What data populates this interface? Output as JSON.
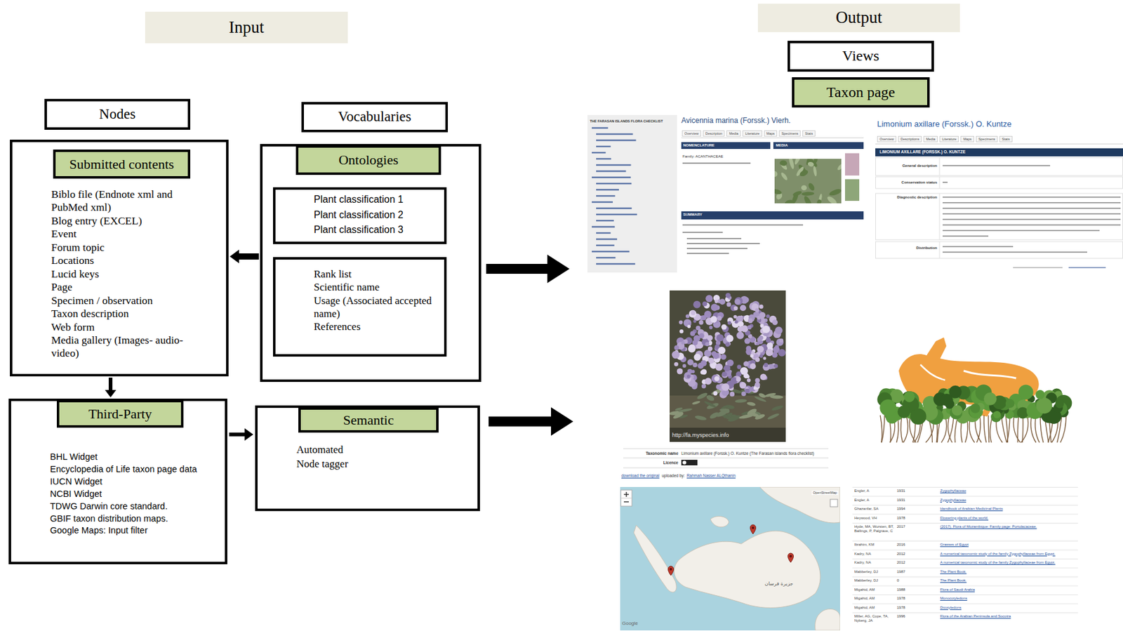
{
  "diagram": {
    "nodes": [
      {
        "text": [
          "Input"
        ]
      },
      {
        "text": [
          "Output"
        ]
      },
      {
        "text": [
          "Views"
        ]
      },
      {
        "text": [
          "Taxon page"
        ]
      },
      {
        "text": [
          "Nodes"
        ]
      },
      {
        "text": [
          "Biblo file (Endnote xml and PubMed xml)",
          "Blog entry (EXCEL)",
          "Event",
          "Forum topic",
          "Locations",
          "Lucid keys",
          "Page",
          "Specimen / observation",
          "Taxon description",
          "Web form",
          "Media gallery (Images- audio- video)"
        ]
      },
      {
        "text": [
          "Submitted contents"
        ],
        "in": 5
      },
      {
        "text": [
          "Vocabularies"
        ]
      },
      {
        "text": []
      },
      {
        "text": [
          "Ontologies"
        ],
        "in": 8
      },
      {
        "text": [
          "Plant classification 1",
          "Plant classification 2",
          "Plant classification 3"
        ],
        "in": 8
      },
      {
        "text": [
          "Rank list",
          "Scientific name",
          "Usage (Associated accepted name)",
          "References"
        ],
        "in": 8
      },
      {
        "text": [
          "BHL Widget",
          "Encyclopedia of Life taxon page data",
          "IUCN Widget",
          "NCBI Widget",
          "TDWG Darwin core standard.",
          "GBIF taxon distribution maps.",
          "Google Maps: Input filter"
        ]
      },
      {
        "text": [
          "Third-Party"
        ],
        "in": 12
      },
      {
        "text": [
          "Automated",
          "Node tagger"
        ]
      },
      {
        "text": [
          "Semantic"
        ],
        "in": 14
      }
    ],
    "edges": [
      {
        "from": 8,
        "to": 5,
        "arrow": "to"
      },
      {
        "from": 10,
        "to": 11,
        "arrow": "to"
      },
      {
        "from": 5,
        "to": 12,
        "arrow": "to"
      },
      {
        "from": 12,
        "to": 14,
        "arrow": "to"
      }
    ],
    "labels": [
      "THE FARASAN ISLANDS FLORA CHECKLIST",
      "Avicennia marina (Forssk.) Vierh.",
      "Overview",
      "Description",
      "Media",
      "Literature",
      "Maps",
      "Specimens",
      "Stats",
      "NOMENCLATURE",
      "MEDIA",
      "Family: ACANTHACEAE",
      "SUMMARY",
      "Limonium axillare (Forssk.) O. Kuntze",
      "Overview",
      "Descriptions",
      "Media",
      "Literature",
      "Maps",
      "Specimens",
      "Stats",
      "LIMONIUM AXILLARE (FORSSK.) O. KUNTZE",
      "General description",
      "Conservation status",
      "Diagnostic description",
      "Distribution",
      "http://fa.myspecies.info",
      "Taxonomic name",
      "Limonium axillare (Forssk.) O. Kuntze (The Farasan islands flora checklist)",
      "Licence",
      "download the original",
      "uploaded by:",
      "Rahmah Nasser ALQthanin",
      "OpenStreetMap",
      "جزيرة فرسان",
      "Google",
      "Engler, A",
      "1931",
      "Zygophyllaceae",
      "Engler, A",
      "1931",
      "Zygophyllaceae",
      "Ghazanfar, SA",
      "1994",
      "Handbook of Arabian Medicinal Plants",
      "Heywood, VH",
      "1978",
      "Flowering plants of the world.",
      "Hyde, MA, Wursten, BT, Ballings, P, Palgrave, C",
      "2017",
      "(2017). Flora of Mozambique: Family page: Portulacaceae.",
      "Ibrahim, KM",
      "2016",
      "Grasses of Egypt",
      "Kadry, NA",
      "2012",
      "A numerical taxonomic study of the family Zygophyllaceae from Egypt.",
      "Kadry, NA",
      "2012",
      "A numerical taxonomic study of the family Zygophyllaceae from Egypt.",
      "Mabberley, DJ",
      "1987",
      "The Plant Book.",
      "Mabberley, DJ",
      "0",
      "The Plant Book.",
      "Migahid, AM",
      "1988",
      "Flora of Saudi Arabia",
      "Migahid, AM",
      "1978",
      "Monocotyledons",
      "Migahid, AM",
      "1978",
      "Dicotyledons",
      "Miller, AG, Cope, TA, Nyberg, JA",
      "1996",
      "Flora of the Arabian Peninsula and Socotra"
    ]
  }
}
